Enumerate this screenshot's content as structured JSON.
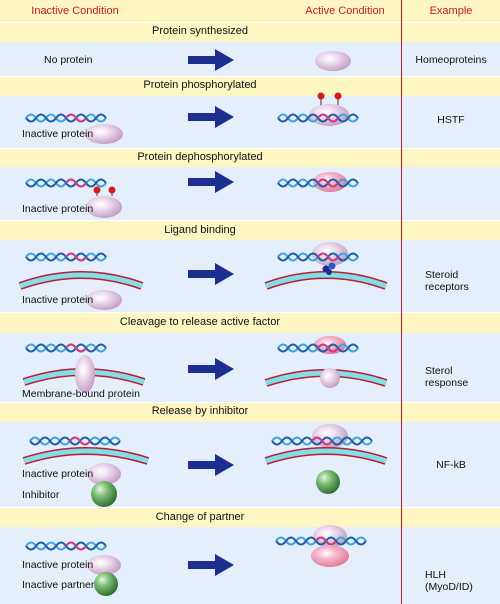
{
  "headers": {
    "inactive": "Inactive Condition",
    "active": "Active Condition",
    "example": "Example"
  },
  "rows": [
    {
      "title": "Protein synthesized",
      "inactive_labels": [
        "No protein"
      ],
      "example": "Homeoproteins"
    },
    {
      "title": "Protein phosphorylated",
      "inactive_labels": [
        "Inactive protein"
      ],
      "example": "HSTF"
    },
    {
      "title": "Protein dephosphorylated",
      "inactive_labels": [
        "Inactive protein"
      ],
      "example": ""
    },
    {
      "title": "Ligand binding",
      "inactive_labels": [
        "Inactive protein"
      ],
      "example": "Steroid receptors"
    },
    {
      "title": "Cleavage to release active factor",
      "inactive_labels": [
        "Membrane-bound protein"
      ],
      "example": "Sterol response"
    },
    {
      "title": "Release by inhibitor",
      "inactive_labels": [
        "Inactive protein",
        "Inhibitor"
      ],
      "example": "NF-kB"
    },
    {
      "title": "Change of partner",
      "inactive_labels": [
        "Inactive protein",
        "Inactive partner"
      ],
      "example": "HLH (MyoD/ID)"
    }
  ],
  "colors": {
    "header_text": "#c4182b",
    "band": "#fdf6c2",
    "background": "#e5eefb",
    "arrow": "#1c2f8f",
    "dna_blue": "#3aa6d8",
    "dna_red": "#d63a78",
    "membrane": "#7fe0e8",
    "protein": "#d8b6d8",
    "inhibitor": "#4e9a4e",
    "phosphate": "#d81a1a"
  }
}
